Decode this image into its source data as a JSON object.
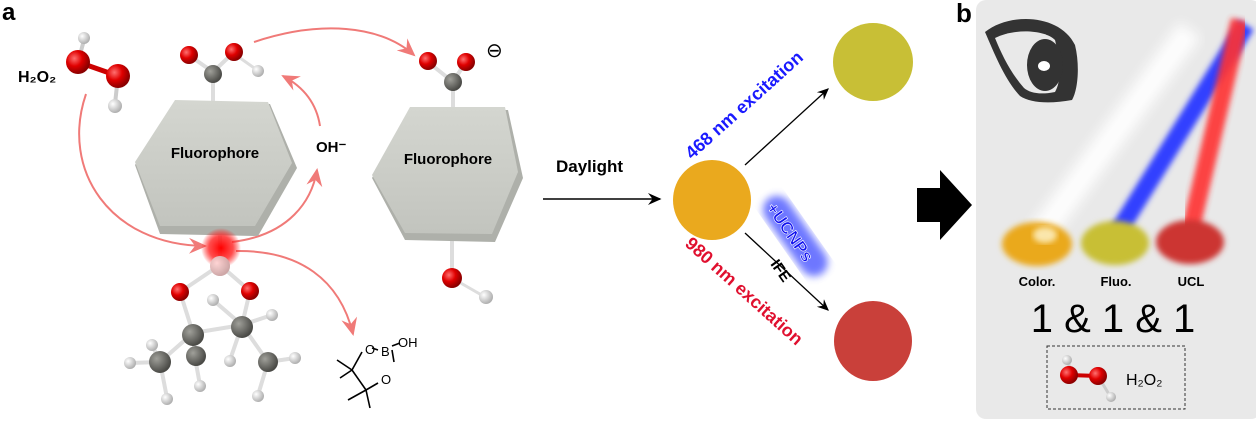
{
  "panel_a": {
    "label": "a",
    "reactant": "H₂O₂",
    "fluorophore_1": "Fluorophore",
    "fluorophore_2": "Fluorophore",
    "hydroxide": "OH⁻",
    "charge": "⊖",
    "byproduct": {
      "o1": "O",
      "b": "B",
      "oh": "OH",
      "o2": "O"
    },
    "daylight": "Daylight",
    "excitation_468": "468 nm excitation",
    "excitation_980": "980 nm excitation",
    "ucnps": "+UCNPs",
    "ife": "IFE"
  },
  "panel_b": {
    "label": "b",
    "modes": [
      "Color.",
      "Fluo.",
      "UCL"
    ],
    "ratio": "1 & 1 & 1",
    "analyte": "H₂O₂"
  },
  "colors": {
    "arrow_pink": "#f07a78",
    "orange": "#eaa91e",
    "yellow": "#c8bf36",
    "red": "#c9403a",
    "blue_text": "#1a1aff",
    "red_text": "#e0102f",
    "panel_bg": "#e9e9e9"
  }
}
